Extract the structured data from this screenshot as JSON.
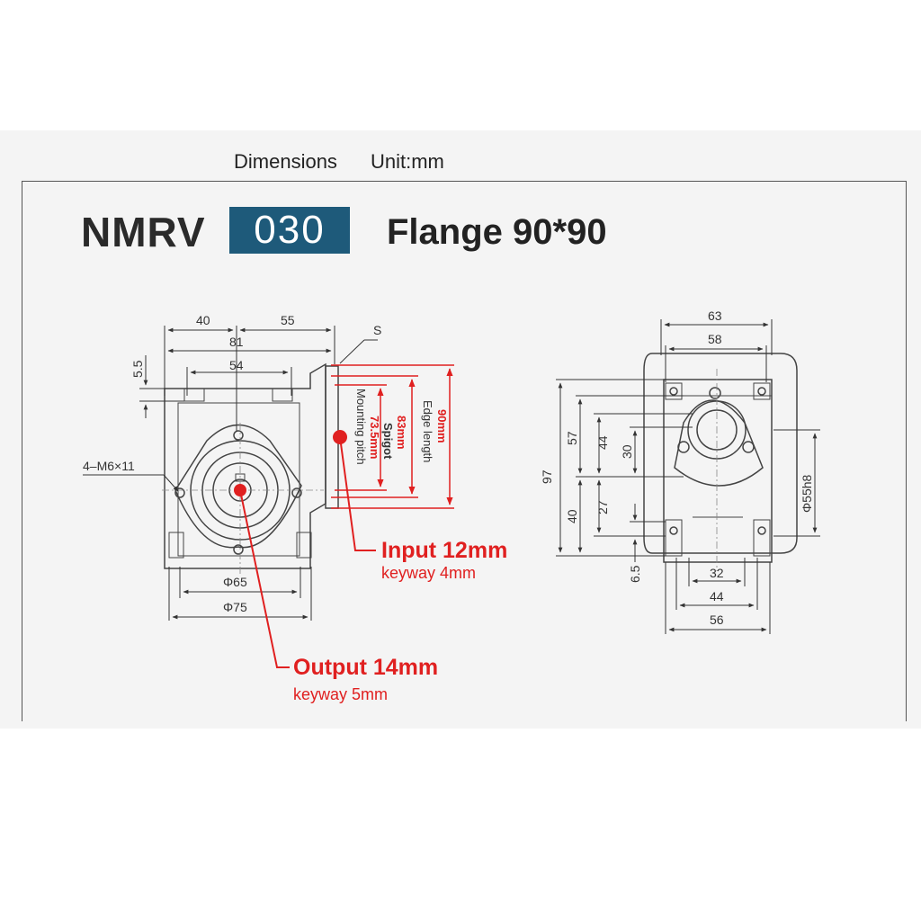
{
  "header": {
    "caption": "Dimensions",
    "unit": "Unit:mm",
    "model": "NMRV",
    "size": "030",
    "flange": "Flange 90*90"
  },
  "front_view": {
    "dims": {
      "d40": "40",
      "d55": "55",
      "d81": "81",
      "d54": "54",
      "d5_5": "5.5",
      "s_label": "S",
      "bolt": "4–M6×11",
      "phi65": "Φ65",
      "phi75": "Φ75"
    },
    "flange_labels": {
      "edge_value": "90mm",
      "edge_text": "Edge length",
      "spigot_value": "83mm",
      "spigot_text": "Spigot",
      "pitch_value": "73.5mm",
      "pitch_text": "Mounting pitch"
    },
    "input": {
      "title": "Input  12mm",
      "keyway": "keyway 4mm"
    },
    "output": {
      "title": "Output 14mm",
      "keyway": "keyway 5mm"
    }
  },
  "side_view": {
    "dims": {
      "d63": "63",
      "d58": "58",
      "d97": "97",
      "d57": "57",
      "d44v": "44",
      "d30": "30",
      "d40": "40",
      "d27": "27",
      "d6_5": "6.5",
      "phi55": "Φ55h8",
      "d32": "32",
      "d44h": "44",
      "d56": "56"
    }
  },
  "colors": {
    "accent": "#1e5a7a",
    "callout": "#e02020",
    "line": "#444444"
  }
}
